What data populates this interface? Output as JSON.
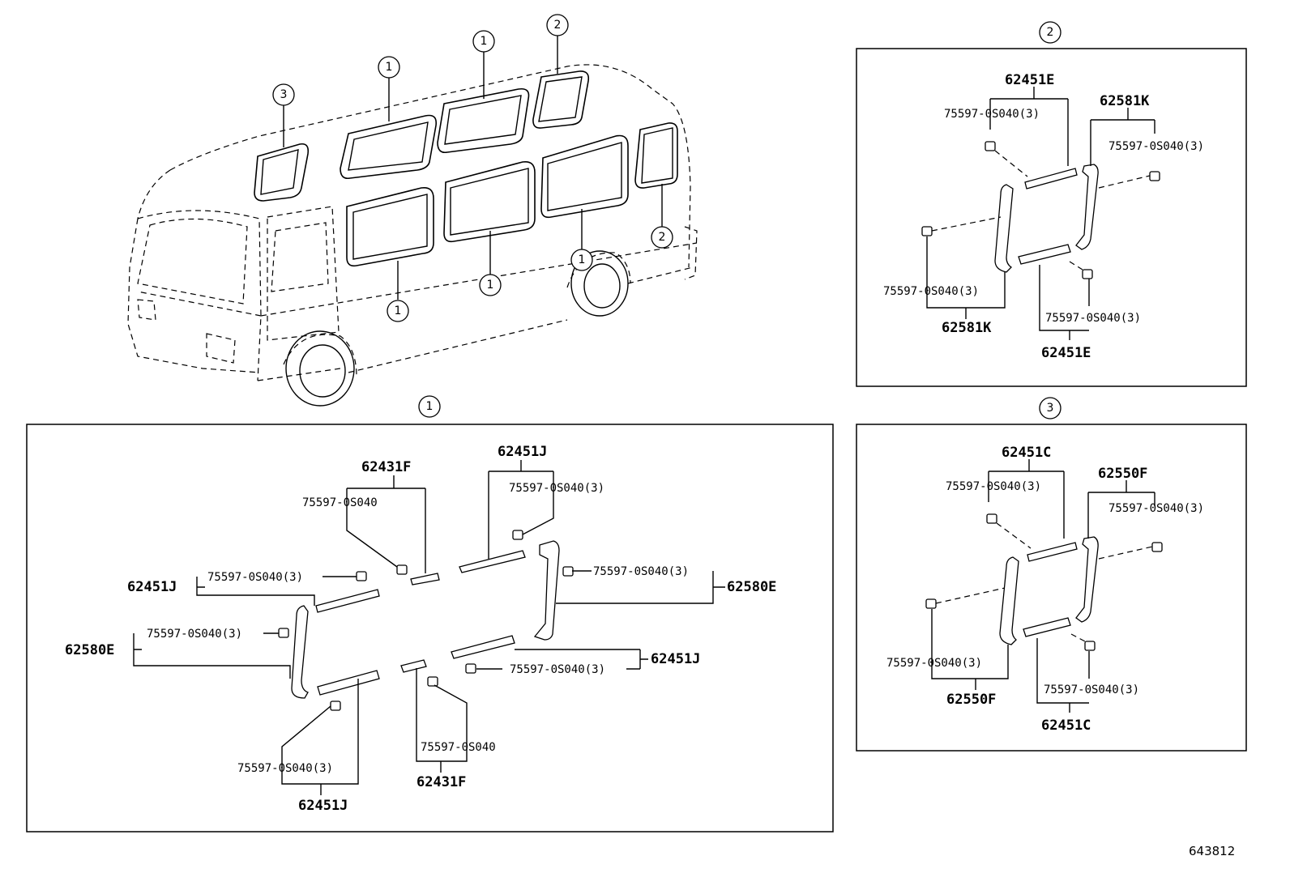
{
  "callouts": {
    "one": "1",
    "two": "2",
    "three": "3"
  },
  "detail_1": {
    "p62431F_top": "62431F",
    "p62431F_bottom": "62431F",
    "p62451J_top": "62451J",
    "p62451J_left": "62451J",
    "p62451J_right": "62451J",
    "p62451J_bottom": "62451J",
    "p62580E_left": "62580E",
    "p62580E_right": "62580E",
    "s_single_top": "75597-0S040",
    "s_single_bottom": "75597-0S040",
    "s_top_right": "75597-0S040(3)",
    "s_left_upper": "75597-0S040(3)",
    "s_left_lower": "75597-0S040(3)",
    "s_right_upper": "75597-0S040(3)",
    "s_right_lower": "75597-0S040(3)",
    "s_bottom_left": "75597-0S040(3)"
  },
  "detail_2": {
    "p62451E_top": "62451E",
    "p62581K_top": "62581K",
    "p62581K_bottom": "62581K",
    "p62451E_bottom": "62451E",
    "s1": "75597-0S040(3)",
    "s2": "75597-0S040(3)",
    "s3": "75597-0S040(3)",
    "s4": "75597-0S040(3)"
  },
  "detail_3": {
    "p62451C_top": "62451C",
    "p62550F_top": "62550F",
    "p62550F_bottom": "62550F",
    "p62451C_bottom": "62451C",
    "s1": "75597-0S040(3)",
    "s2": "75597-0S040(3)",
    "s3": "75597-0S040(3)",
    "s4": "75597-0S040(3)"
  },
  "doc_number": "643812"
}
